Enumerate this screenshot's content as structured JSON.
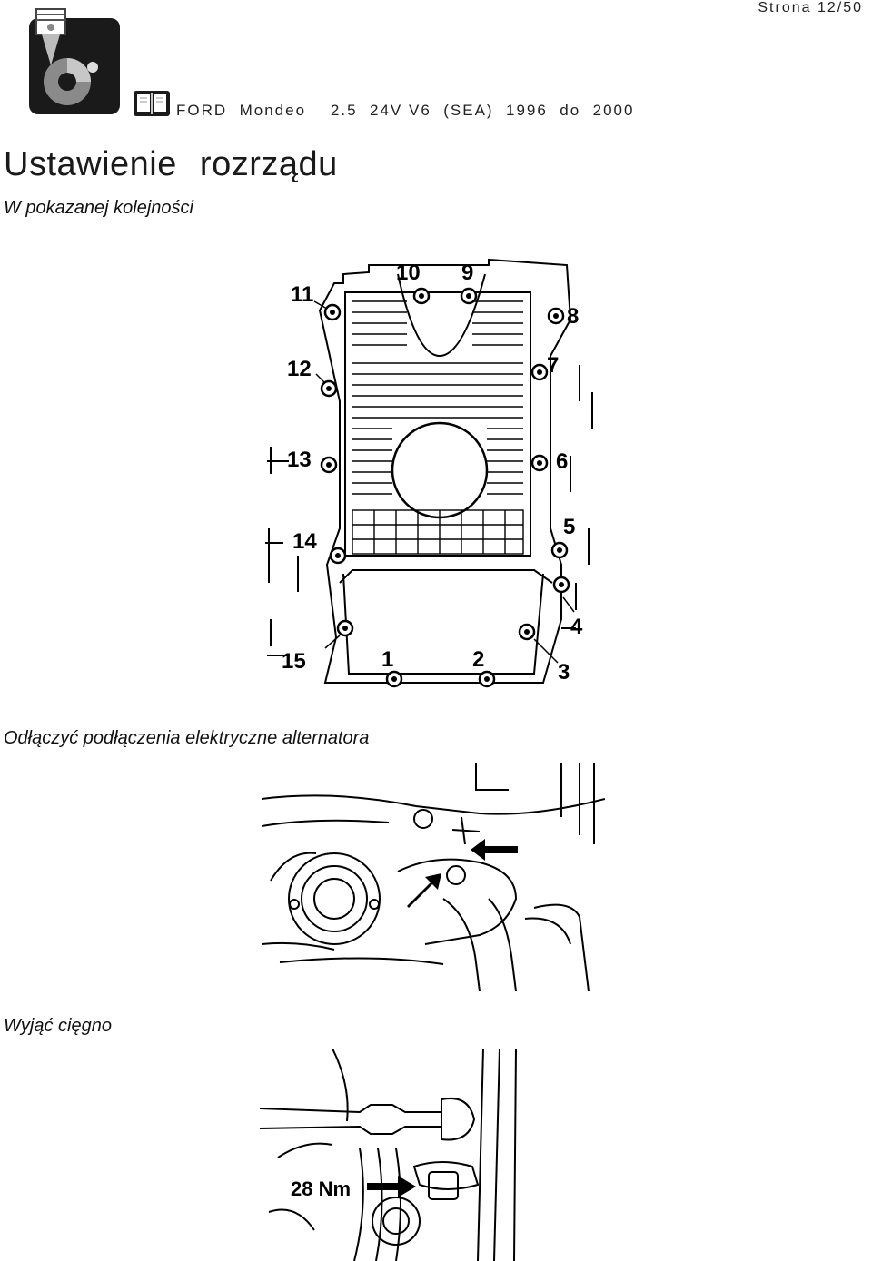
{
  "header": {
    "page": "Strona  12/50",
    "model": "FORD  Mondeo    2.5  24V V6  (SEA)  1996  do  2000"
  },
  "title": "Ustawienie  rozrządu",
  "steps": [
    {
      "caption": "W  pokazanej  kolejności",
      "callouts": [
        "10",
        "9",
        "11",
        "8",
        "12",
        "7",
        "13",
        "6",
        "14",
        "5",
        "4",
        "15",
        "1",
        "2",
        "3"
      ]
    },
    {
      "caption": "Odłączyć podłączenia elektryczne alternatora"
    },
    {
      "caption": "Wyjąć cięgno",
      "torque": "28 Nm"
    }
  ],
  "icons": {
    "logo": "piston-gear-logo-icon",
    "book": "book-icon"
  },
  "colors": {
    "text": "#111111",
    "logo_dark": "#1a1a1a",
    "logo_grey": "#8a8a8a"
  }
}
